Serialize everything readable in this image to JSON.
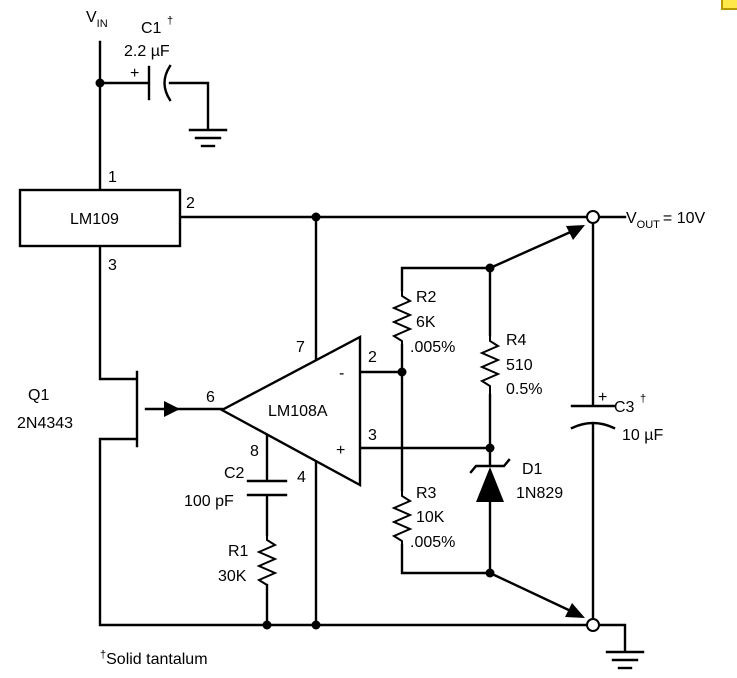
{
  "colors": {
    "ink": "#000000",
    "paper": "#ffffff",
    "corner_marker": "#ffe94a"
  },
  "supply": {
    "vin_main": "V",
    "vin_sub": "IN"
  },
  "output": {
    "vout_main": "V",
    "vout_sub": "OUT",
    "vout_value": "= 10V"
  },
  "c1": {
    "name": "C1",
    "dagger": "†",
    "value": "2.2 µF",
    "polarity": "+"
  },
  "c2": {
    "name": "C2",
    "value": "100 pF"
  },
  "c3": {
    "name": "C3",
    "dagger": "†",
    "value": "10 µF",
    "polarity": "+"
  },
  "regulator": {
    "name": "LM109",
    "pin_in": "1",
    "pin_out": "2",
    "pin_gnd": "3"
  },
  "opamp": {
    "name": "LM108A",
    "pin_inv": "2",
    "pin_noninv": "3",
    "pin_out": "6",
    "pin_v_plus": "7",
    "pin_v_minus": "4",
    "pin_comp": "8",
    "minus_sign": "-",
    "plus_sign": "+"
  },
  "q1": {
    "name": "Q1",
    "part": "2N4343"
  },
  "r1": {
    "name": "R1",
    "value": "30K"
  },
  "r2": {
    "name": "R2",
    "value": "6K",
    "tolerance": ".005%"
  },
  "r3": {
    "name": "R3",
    "value": "10K",
    "tolerance": ".005%"
  },
  "r4": {
    "name": "R4",
    "value": "510",
    "tolerance": "0.5%"
  },
  "d1": {
    "name": "D1",
    "part": "1N829"
  },
  "footnote": {
    "dagger": "†",
    "text": "Solid tantalum"
  }
}
